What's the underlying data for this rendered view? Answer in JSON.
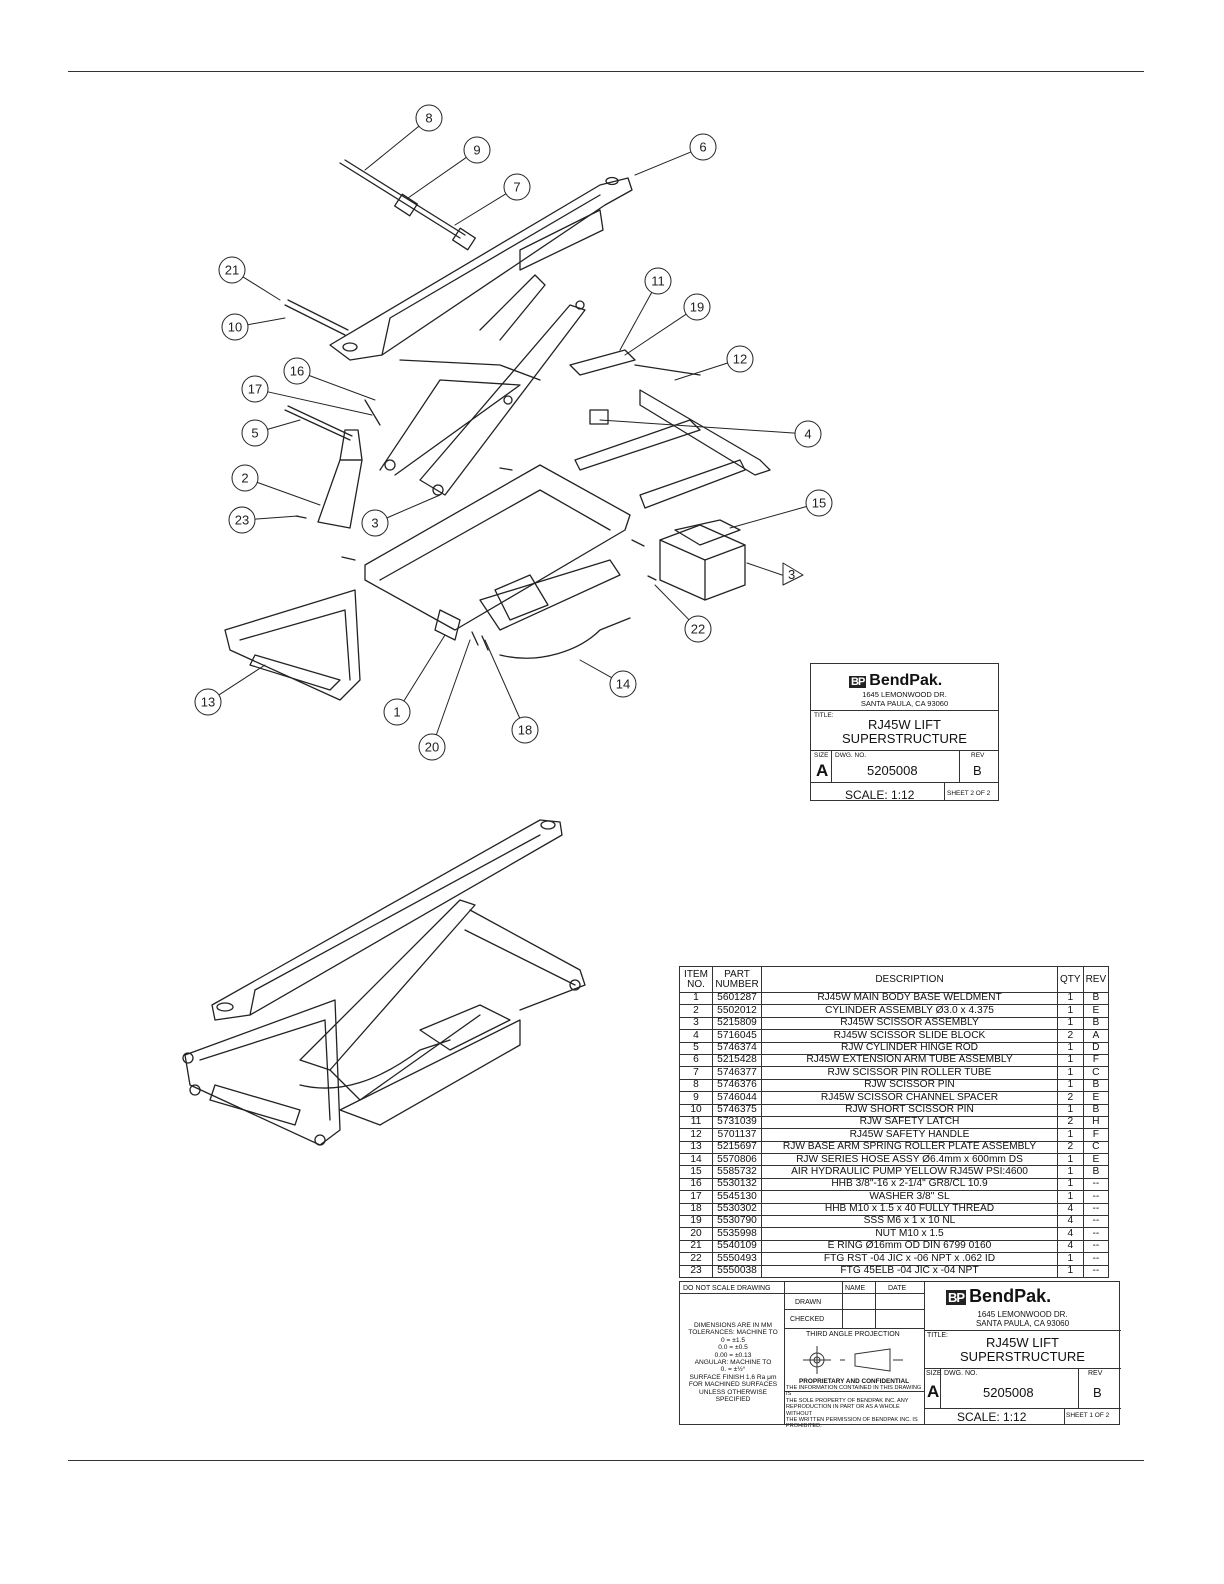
{
  "callouts": [
    "1",
    "2",
    "3",
    "4",
    "5",
    "6",
    "7",
    "8",
    "9",
    "10",
    "11",
    "12",
    "13",
    "14",
    "15",
    "16",
    "17",
    "18",
    "19",
    "20",
    "21",
    "22",
    "23"
  ],
  "note_flag": "3",
  "title_block_sheet2": {
    "company": "BendPak.",
    "logo_mark": "BP",
    "address_line1": "1645 LEMONWOOD DR.",
    "address_line2": "SANTA PAULA, CA 93060",
    "title_label": "TITLE:",
    "title_line1": "RJ45W LIFT",
    "title_line2": "SUPERSTRUCTURE",
    "size_label": "SIZE",
    "size": "A",
    "dwg_label": "DWG. NO.",
    "dwg_no": "5205008",
    "rev_label": "REV",
    "rev": "B",
    "scale": "SCALE: 1:12",
    "sheet": "SHEET 2 OF 2"
  },
  "bom": {
    "headers": {
      "item": "ITEM NO.",
      "part": "PART NUMBER",
      "desc": "DESCRIPTION",
      "qty": "QTY",
      "rev": "REV"
    },
    "rows": [
      [
        "1",
        "5601287",
        "RJ45W MAIN BODY BASE WELDMENT",
        "1",
        "B"
      ],
      [
        "2",
        "5502012",
        "CYLINDER ASSEMBLY Ø3.0 x 4.375",
        "1",
        "E"
      ],
      [
        "3",
        "5215809",
        "RJ45W SCISSOR ASSEMBLY",
        "1",
        "B"
      ],
      [
        "4",
        "5716045",
        "RJ45W SCISSOR SLIDE BLOCK",
        "2",
        "A"
      ],
      [
        "5",
        "5746374",
        "RJW CYLINDER HINGE ROD",
        "1",
        "D"
      ],
      [
        "6",
        "5215428",
        "RJ45W EXTENSION ARM TUBE ASSEMBLY",
        "1",
        "F"
      ],
      [
        "7",
        "5746377",
        "RJW SCISSOR PIN ROLLER TUBE",
        "1",
        "C"
      ],
      [
        "8",
        "5746376",
        "RJW SCISSOR PIN",
        "1",
        "B"
      ],
      [
        "9",
        "5746044",
        "RJ45W SCISSOR CHANNEL SPACER",
        "2",
        "E"
      ],
      [
        "10",
        "5746375",
        "RJW SHORT SCISSOR PIN",
        "1",
        "B"
      ],
      [
        "11",
        "5731039",
        "RJW SAFETY LATCH",
        "2",
        "H"
      ],
      [
        "12",
        "5701137",
        "RJ45W SAFETY HANDLE",
        "1",
        "F"
      ],
      [
        "13",
        "5215697",
        "RJW BASE ARM SPRING ROLLER PLATE ASSEMBLY",
        "2",
        "C"
      ],
      [
        "14",
        "5570806",
        "RJW SERIES HOSE ASSY Ø6.4mm x 600mm DS",
        "1",
        "E"
      ],
      [
        "15",
        "5585732",
        "AIR HYDRAULIC PUMP YELLOW RJ45W PSI:4600",
        "1",
        "B"
      ],
      [
        "16",
        "5530132",
        "HHB 3/8\"-16 x 2-1/4\" GR8/CL 10.9",
        "1",
        "--"
      ],
      [
        "17",
        "5545130",
        "WASHER 3/8\" SL",
        "1",
        "--"
      ],
      [
        "18",
        "5530302",
        "HHB M10 x 1.5 x 40 FULLY THREAD",
        "4",
        "--"
      ],
      [
        "19",
        "5530790",
        "SSS M6 x 1 x 10 NL",
        "4",
        "--"
      ],
      [
        "20",
        "5535998",
        "NUT M10 x 1.5",
        "4",
        "--"
      ],
      [
        "21",
        "5540109",
        "E RING Ø16mm OD DIN 6799 0160",
        "4",
        "--"
      ],
      [
        "22",
        "5550493",
        "FTG RST -04 JIC x -06 NPT x .062 ID",
        "1",
        "--"
      ],
      [
        "23",
        "5550038",
        "FTG 45ELB -04 JIC x -04 NPT",
        "1",
        "--"
      ]
    ]
  },
  "title_block_sheet1": {
    "do_not_scale": "DO NOT SCALE DRAWING",
    "name_label": "NAME",
    "date_label": "DATE",
    "drawn_label": "DRAWN",
    "checked_label": "CHECKED",
    "tolerances": [
      "DIMENSIONS ARE IN MM",
      "TOLERANCES: MACHINE TO",
      "0 = ±1.5",
      "0.0 = ±0.5",
      "0.00 = ±0.13",
      "ANGULAR: MACHINE TO",
      "0. = ±½°",
      "SURFACE FINISH 1.6 Ra μm",
      "FOR MACHINED SURFACES",
      "UNLESS OTHERWISE SPECIFIED"
    ],
    "projection_label": "THIRD ANGLE PROJECTION",
    "proprietary_title": "PROPRIETARY AND CONFIDENTIAL",
    "proprietary_text": [
      "THE INFORMATION CONTAINED IN THIS DRAWING IS",
      "THE SOLE PROPERTY OF BENDPAK INC. ANY",
      "REPRODUCTION IN PART OR AS A WHOLE WITHOUT",
      "THE WRITTEN PERMISSION OF BENDPAK INC. IS",
      "PROHIBITED."
    ],
    "company": "BendPak.",
    "logo_mark": "BP",
    "address_line1": "1645 LEMONWOOD DR.",
    "address_line2": "SANTA PAULA, CA 93060",
    "title_label": "TITLE:",
    "title_line1": "RJ45W LIFT",
    "title_line2": "SUPERSTRUCTURE",
    "size_label": "SIZE",
    "size": "A",
    "dwg_label": "DWG. NO.",
    "dwg_no": "5205008",
    "rev_label": "REV",
    "rev": "B",
    "scale": "SCALE: 1:12",
    "sheet": "SHEET 1 OF 2"
  }
}
